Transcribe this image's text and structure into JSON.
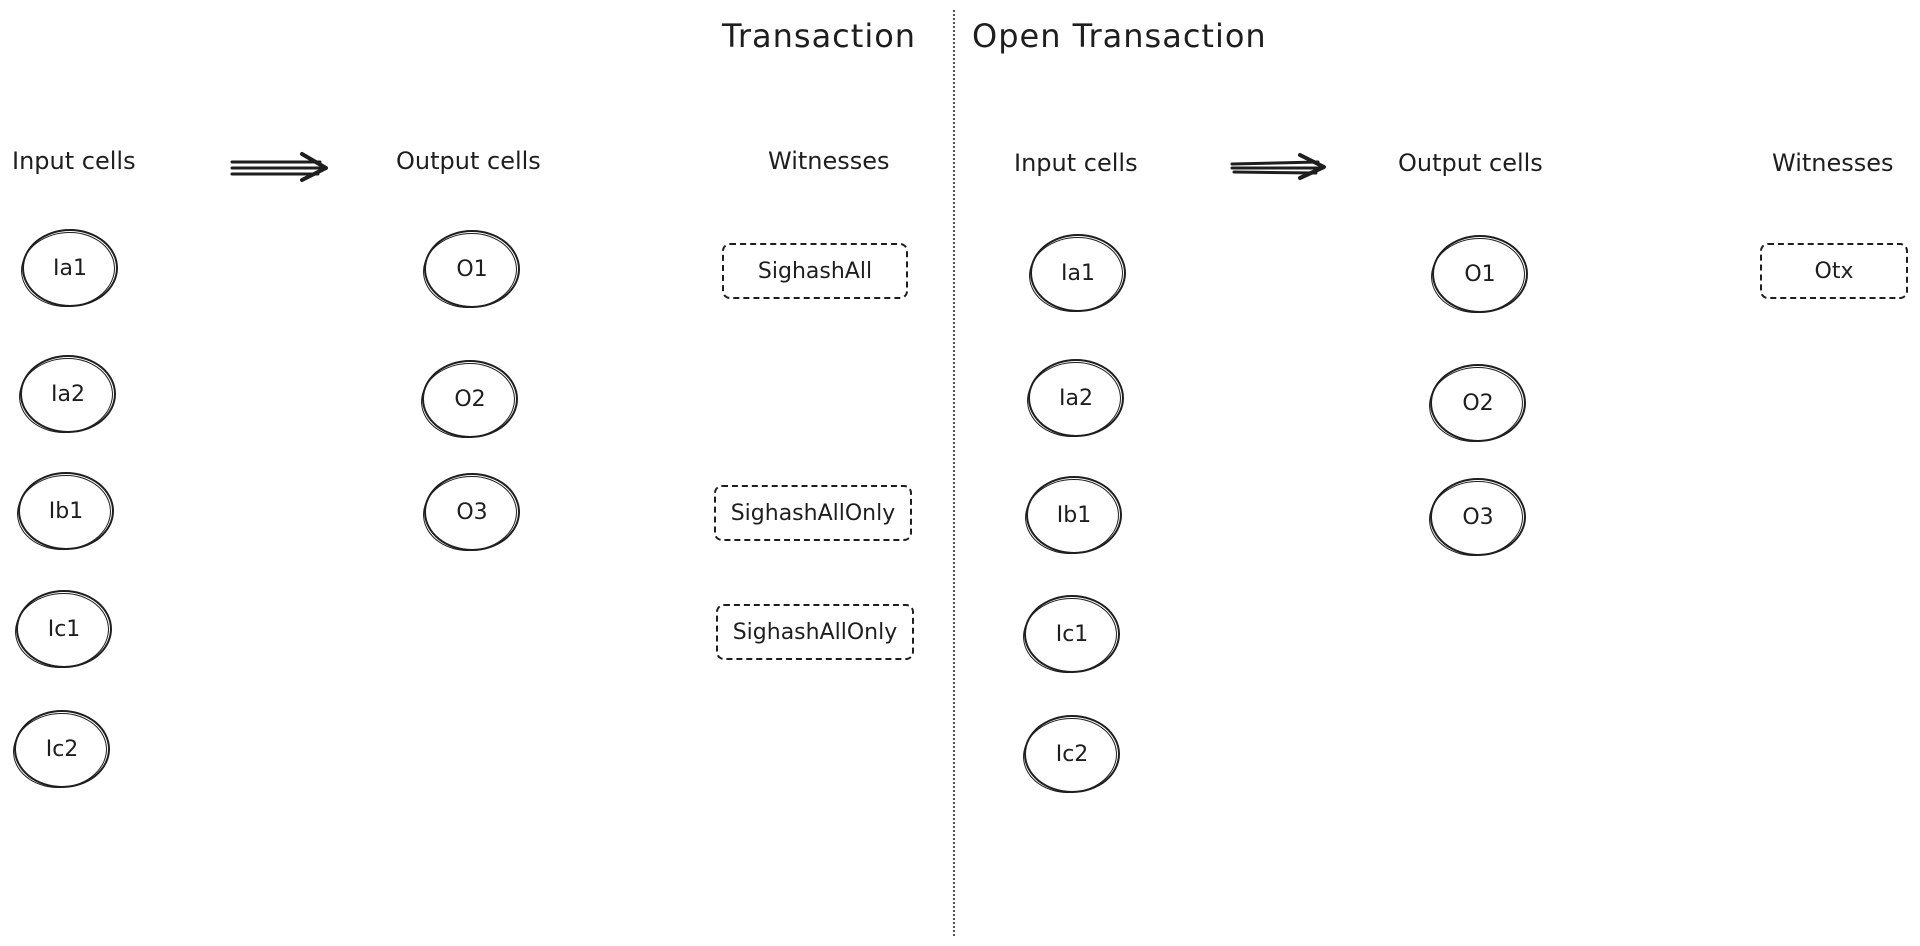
{
  "titles": {
    "left": "Transaction",
    "right": "Open Transaction"
  },
  "left": {
    "headers": {
      "inputs": "Input cells",
      "outputs": "Output cells",
      "witnesses": "Witnesses"
    },
    "inputs": [
      "Ia1",
      "Ia2",
      "Ib1",
      "Ic1",
      "Ic2"
    ],
    "outputs": [
      "O1",
      "O2",
      "O3"
    ],
    "witnesses": [
      "SighashAll",
      "SighashAllOnly",
      "SighashAllOnly"
    ]
  },
  "right": {
    "headers": {
      "inputs": "Input cells",
      "outputs": "Output cells",
      "witnesses": "Witnesses"
    },
    "inputs": [
      "Ia1",
      "Ia2",
      "Ib1",
      "Ic1",
      "Ic2"
    ],
    "outputs": [
      "O1",
      "O2",
      "O3"
    ],
    "witnesses": [
      "Otx"
    ]
  }
}
